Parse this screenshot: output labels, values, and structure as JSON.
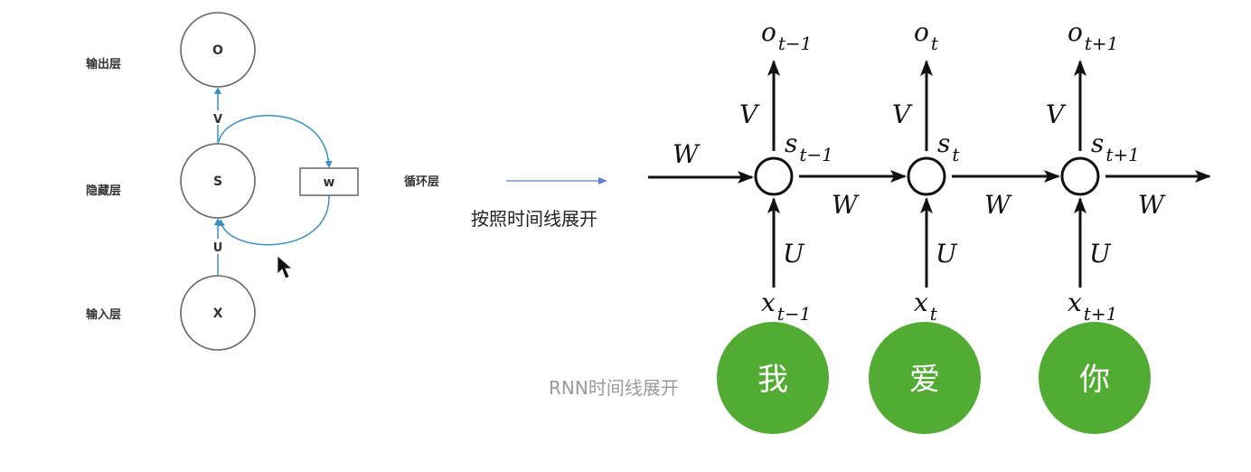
{
  "left_diagram": {
    "layers": [
      {
        "label": "输出层",
        "node": "O"
      },
      {
        "label": "隐藏层",
        "node": "S"
      },
      {
        "label": "输入层",
        "node": "X"
      }
    ],
    "edge_labels": {
      "v": "V",
      "u": "U"
    },
    "recurrent_box": "w",
    "recurrent_label": "循环层",
    "edge_color": "#3a8fc0"
  },
  "transition": {
    "caption": "按照时间线展开",
    "arrow_color": "#5a7fd0"
  },
  "unrolled": {
    "steps": [
      {
        "output": "o",
        "output_sub": "t−1",
        "state": "s",
        "state_sub": "t−1",
        "input": "x",
        "input_sub": "t−1",
        "word": "我"
      },
      {
        "output": "o",
        "output_sub": "t",
        "state": "s",
        "state_sub": "t",
        "input": "x",
        "input_sub": "t",
        "word": "爱"
      },
      {
        "output": "o",
        "output_sub": "t+1",
        "state": "s",
        "state_sub": "t+1",
        "input": "x",
        "input_sub": "t+1",
        "word": "你"
      }
    ],
    "weight_labels": {
      "v": "V",
      "u": "U",
      "w": "W"
    },
    "word_color": "#52ab33"
  },
  "footer_caption": "RNN时间线展开"
}
